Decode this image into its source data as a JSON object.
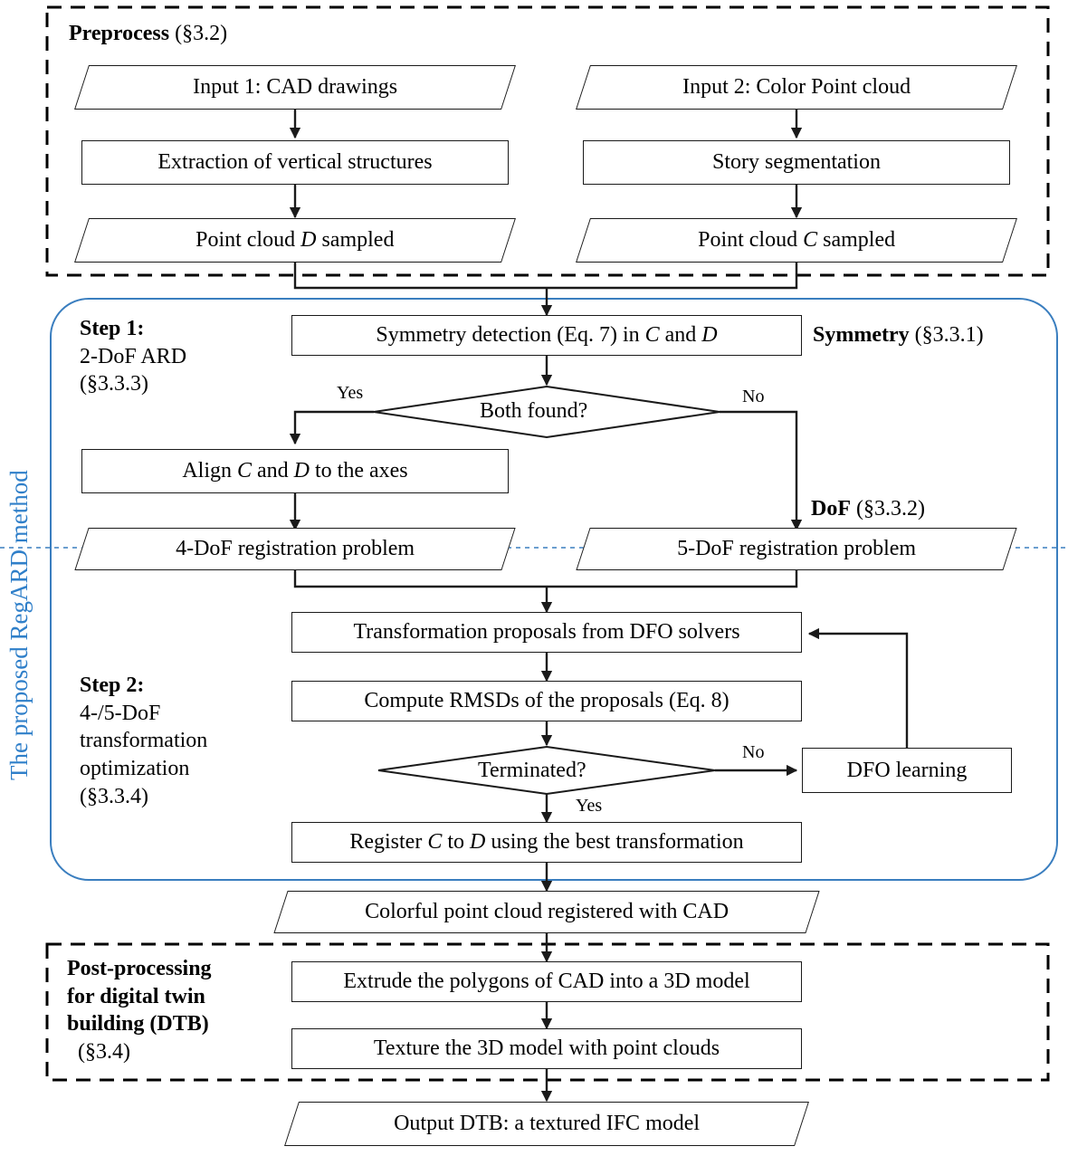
{
  "figure": {
    "title": "RegARD method flowchart",
    "accent_blue": "#2f7fc9",
    "line_color": "#1a1a1a"
  },
  "groups": {
    "preprocess": {
      "label_bold": "Preprocess",
      "label_rest": " (§3.2)"
    },
    "step1": {
      "label_bold": "Step 1:",
      "line2": "2-DoF ARD",
      "line3": "(§3.3.3)"
    },
    "symmetry": {
      "label_bold": "Symmetry",
      "label_rest": " (§3.3.1)"
    },
    "dof": {
      "label_bold": "DoF",
      "label_rest": " (§3.3.2)"
    },
    "step2": {
      "label_bold": "Step 2:",
      "line2": "4-/5-DoF",
      "line3": "transformation",
      "line4": "optimization",
      "line5": "(§3.3.4)"
    },
    "postprocess": {
      "line1": "Post-processing",
      "line2": "for digital twin",
      "line3": "building (DTB)",
      "line4": "(§3.4)"
    },
    "method_vertical": "The proposed RegARD method"
  },
  "nodes": {
    "input1": {
      "text": "Input 1: CAD drawings",
      "shape": "parallelogram"
    },
    "input2": {
      "text": "Input 2: Color Point cloud",
      "shape": "parallelogram"
    },
    "extract_vertical": {
      "text": "Extraction of vertical structures",
      "shape": "rect"
    },
    "story_segmentation": {
      "text": "Story segmentation",
      "shape": "rect"
    },
    "pointcloud_d": {
      "text": "Point cloud D sampled",
      "shape": "parallelogram"
    },
    "pointcloud_c": {
      "text": "Point cloud C sampled",
      "shape": "parallelogram"
    },
    "symmetry_detection": {
      "text": "Symmetry detection (Eq. 7) in C and D",
      "shape": "rect"
    },
    "both_found": {
      "text": "Both found?",
      "shape": "diamond"
    },
    "align_cd": {
      "text": "Align C and D to the axes",
      "shape": "rect"
    },
    "dof4": {
      "text": "4-DoF registration problem",
      "shape": "parallelogram"
    },
    "dof5": {
      "text": "5-DoF registration problem",
      "shape": "parallelogram"
    },
    "transform_proposals": {
      "text": "Transformation proposals from DFO solvers",
      "shape": "rect"
    },
    "compute_rmsd": {
      "text": "Compute RMSDs of the proposals (Eq. 8)",
      "shape": "rect"
    },
    "terminated": {
      "text": "Terminated?",
      "shape": "diamond"
    },
    "dfo_learning": {
      "text": "DFO learning",
      "shape": "rect"
    },
    "register_cd": {
      "text": "Register C to D using the best transformation",
      "shape": "rect"
    },
    "colorful_pc": {
      "text": "Colorful point cloud registered with CAD",
      "shape": "parallelogram"
    },
    "extrude_polygons": {
      "text": "Extrude the polygons of CAD into a 3D model",
      "shape": "rect"
    },
    "texture_model": {
      "text": "Texture the 3D model with point clouds",
      "shape": "rect"
    },
    "output_dtb": {
      "text": "Output DTB: a textured IFC model",
      "shape": "parallelogram"
    }
  },
  "edge_labels": {
    "both_found_yes": "Yes",
    "both_found_no": "No",
    "terminated_no": "No",
    "terminated_yes": "Yes"
  }
}
